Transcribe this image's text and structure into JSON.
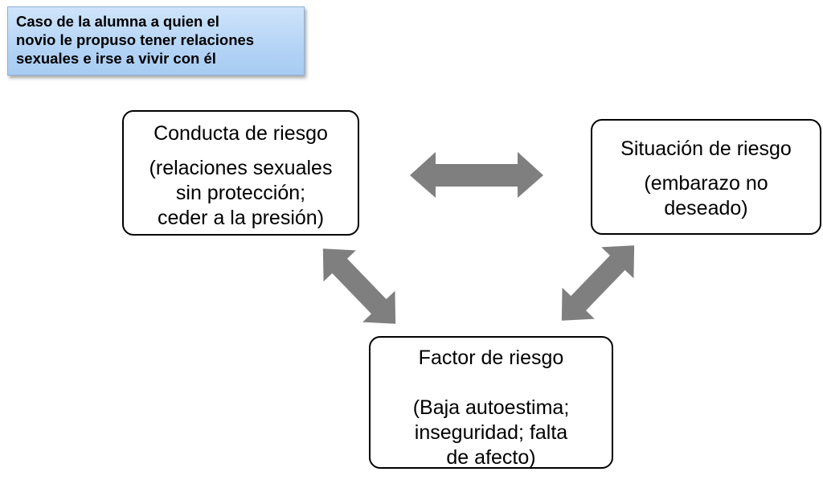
{
  "case_label": {
    "lines": [
      "Caso de la alumna a quien el",
      "novio le propuso tener relaciones",
      "sexuales e irse a vivir con él"
    ]
  },
  "nodes": {
    "conducta": {
      "title": "Conducta de riesgo",
      "detail": [
        "(relaciones sexuales",
        "sin protección;",
        "ceder a la presión)"
      ]
    },
    "situacion": {
      "title": "Situación de riesgo",
      "detail": [
        "(embarazo no",
        "deseado)"
      ]
    },
    "factor": {
      "title": "Factor de riesgo",
      "detail": [
        "(Baja autoestima;",
        "inseguridad; falta",
        "de afecto)"
      ]
    }
  },
  "arrows": [
    {
      "from": "conducta",
      "to": "situacion",
      "type": "bidirectional"
    },
    {
      "from": "conducta",
      "to": "factor",
      "type": "bidirectional"
    },
    {
      "from": "situacion",
      "to": "factor",
      "type": "bidirectional"
    }
  ],
  "colors": {
    "arrow": "#7f7f7f",
    "case_box_fill": "#b6d5f6",
    "node_border": "#000000"
  }
}
